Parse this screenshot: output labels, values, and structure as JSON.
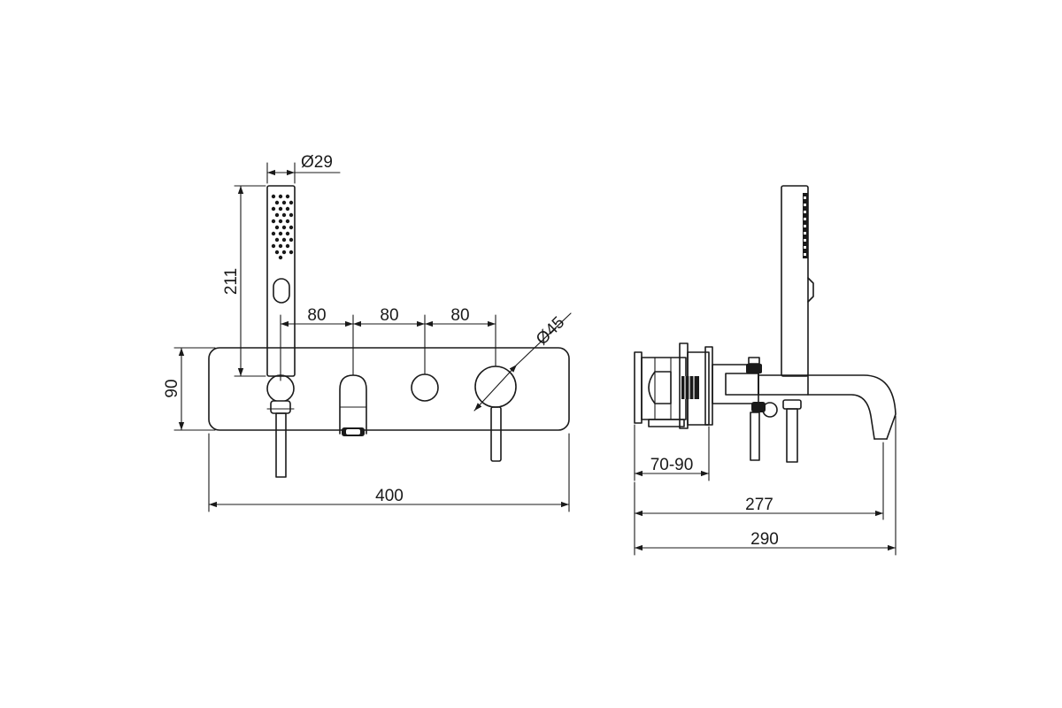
{
  "dimensions": {
    "hand_shower_diameter": "Ø29",
    "hand_shower_height": "211",
    "spacing_1": "80",
    "spacing_2": "80",
    "spacing_3": "80",
    "handle_diameter": "Ø45",
    "plate_height": "90",
    "plate_width": "400",
    "wall_depth": "70-90",
    "spout_projection": "277",
    "overall_depth": "290"
  }
}
